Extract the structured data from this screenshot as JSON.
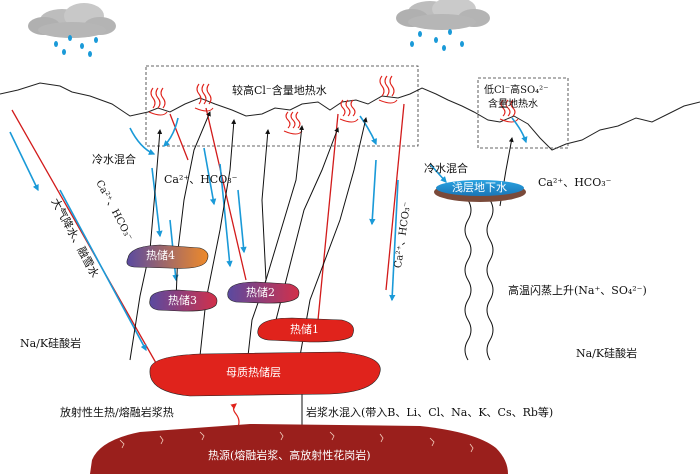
{
  "colors": {
    "reservoir_red": "#e0231c",
    "reservoir_orange": "#ea8a2a",
    "reservoir_purple": "#6a4a9a",
    "heat_source": "#9a1f1c",
    "shallow_water": "#2a9ad8",
    "blue_arrow": "#1a9ad8",
    "red_line": "#d21b1b",
    "cloud": "#b8b8b8"
  },
  "labels": {
    "high_cl_box": "较高Cl⁻含量地热水",
    "low_cl_line1": "低Cl⁻高SO₄²⁻",
    "low_cl_line2": "含量地热水",
    "cold_mix_left": "冷水混合",
    "cold_mix_right": "冷水混合",
    "ca_hco3_top": "Ca²⁺、HCO₃⁻",
    "ca_hco3_right": "Ca²⁺、HCO₃⁻",
    "ca_hco3_left_diag": "Ca²⁺、HCO₃⁻",
    "ca_hco3_mid_diag": "Ca²⁺、HCO₃⁻",
    "rain_snow": "大气降水、融雪水",
    "shallow_groundwater": "浅层地下水",
    "flash_rise": "高温闪蒸上升(Na⁺、SO₄²⁻)",
    "na_k_left": "Na/K硅酸岩",
    "na_k_right": "Na/K硅酸岩",
    "reservoir_1": "热储1",
    "reservoir_2": "热储2",
    "reservoir_3": "热储3",
    "reservoir_4": "热储4",
    "parent_reservoir": "母质热储层",
    "radiogenic_heat": "放射性生热/熔融岩浆热",
    "magma_mix": "岩浆水混入(带入B、Li、Cl、Na、K、Cs、Rb等)",
    "heat_source": "热源(熔融岩浆、高放射性花岗岩)"
  },
  "icons": [
    "cloud-icon",
    "rain-drop-icon",
    "hot-spring-icon",
    "fracture-line",
    "flow-arrow"
  ]
}
